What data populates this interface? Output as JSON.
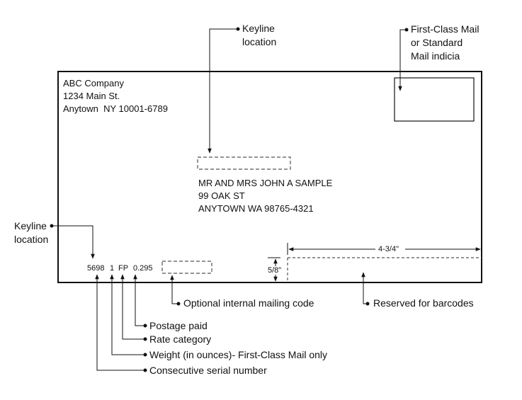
{
  "callouts": {
    "keyline_top": [
      "Keyline",
      "location"
    ],
    "indicia": [
      "First-Class Mail",
      "or Standard",
      "Mail indicia"
    ],
    "keyline_left": [
      "Keyline",
      "location"
    ],
    "optional_code": "Optional internal mailing code",
    "reserved_barcodes": "Reserved for barcodes",
    "postage_paid": "Postage paid",
    "rate_category": "Rate category",
    "weight": "Weight (in ounces)- First-Class Mail only",
    "serial": "Consecutive serial number"
  },
  "return_address": [
    "ABC Company",
    "1234 Main St.",
    "Anytown  NY 10001-6789"
  ],
  "delivery_address": [
    "MR AND MRS JOHN A SAMPLE",
    "99 OAK ST",
    "ANYTOWN WA 98765-4321"
  ],
  "keyline": {
    "serial": "5698",
    "weight": "1",
    "rate": "FP",
    "postage": "0.295"
  },
  "dimensions": {
    "width": "4-3/4\"",
    "height": "5/8\""
  }
}
